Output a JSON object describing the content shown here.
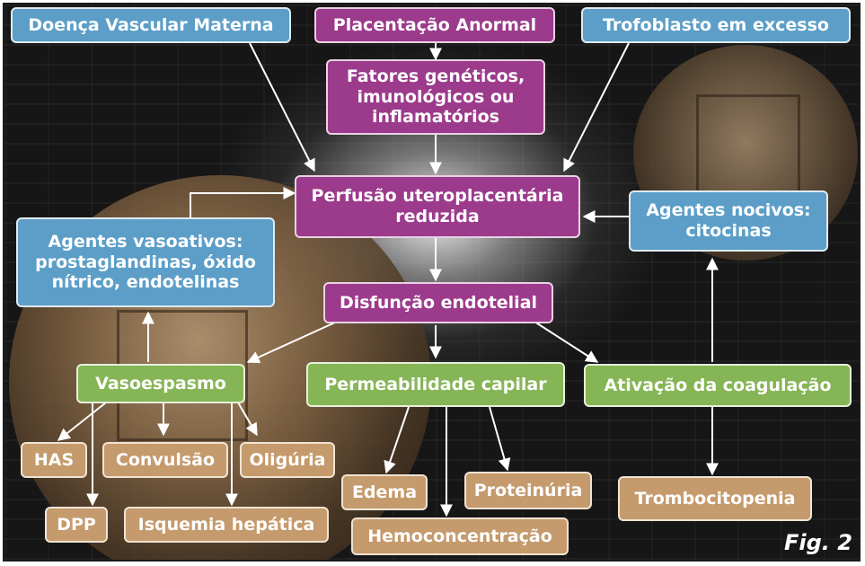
{
  "nodes": {
    "doenca_vascular": "Doença Vascular Materna",
    "placentacao": "Placentação Anormal",
    "trofoblasto": "Trofoblasto em excesso",
    "fatores": "Fatores genéticos, imunológicos ou inflamatórios",
    "perfusao": "Perfusão uteroplacentária reduzida",
    "agentes_nocivos": "Agentes nocivos: citocinas",
    "agentes_vasoativos": "Agentes vasoativos: prostaglandinas, óxido nítrico, endotelinas",
    "disfuncao": "Disfunção endotelial",
    "vasoespasmo": "Vasoespasmo",
    "permeabilidade": "Permeabilidade capilar",
    "coagulacao": "Ativação da coagulação",
    "has": "HAS",
    "convulsao": "Convulsão",
    "oliguria": "Oligúria",
    "dpp": "DPP",
    "isquemia": "Isquemia hepática",
    "edema": "Edema",
    "proteinuria": "Proteinúria",
    "hemoconcentracao": "Hemoconcentração",
    "trombocitopenia": "Trombocitopenia"
  },
  "figure_label": "Fig. 2",
  "colors": {
    "blue": "#5c9ec7",
    "purple": "#9c3a8c",
    "green": "#86b556",
    "tan": "#c59a6c",
    "arrow": "#ffffff",
    "background": "#161616"
  }
}
